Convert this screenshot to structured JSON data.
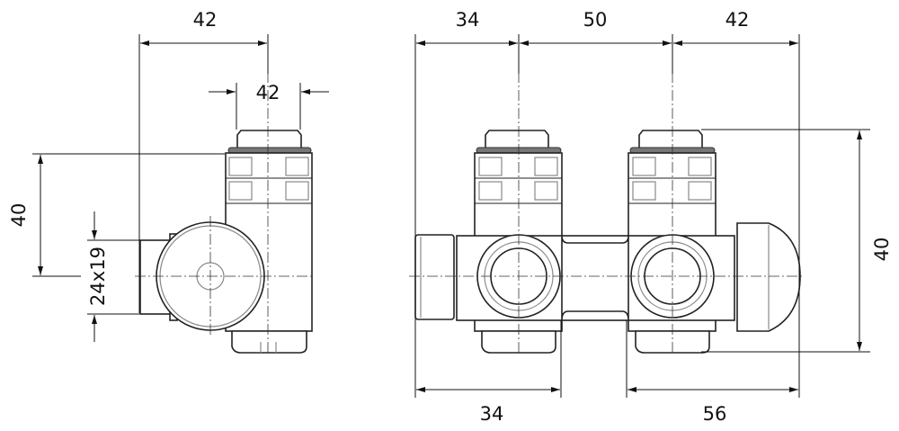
{
  "side_view": {
    "dim_top_width": "42",
    "dim_thread": "42",
    "dim_height": "40",
    "dim_connection": "24x19"
  },
  "front_view": {
    "dim_top_left": "34",
    "dim_top_middle": "50",
    "dim_top_right": "42",
    "dim_bottom_left": "34",
    "dim_bottom_right": "56",
    "dim_height": "40"
  }
}
